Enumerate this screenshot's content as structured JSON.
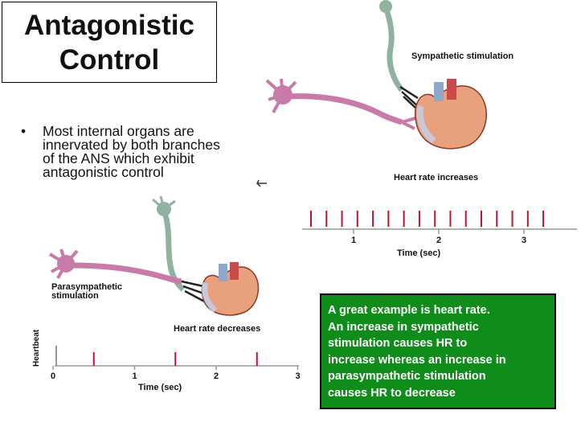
{
  "title": {
    "line1": "Antagonistic",
    "line2": "Control"
  },
  "bullet": {
    "marker": "•",
    "lines": [
      "Most internal organs are",
      "innervated by both branches",
      "of the ANS which exhibit",
      "antagonistic control"
    ]
  },
  "note": {
    "lines": [
      "A great example is heart rate.",
      "An increase in sympathetic",
      "stimulation causes HR to",
      "increase whereas an increase in",
      "parasympathetic stimulation",
      "causes HR to decrease"
    ],
    "background": "#0f8c1a"
  },
  "sympathetic": {
    "label": "Sympathetic stimulation",
    "rate_label": "Heart rate increases",
    "axis_label": "Time (sec)",
    "ticks": [
      "1",
      "2",
      "3"
    ],
    "beat_count": 16,
    "beats_per_second": 5.5
  },
  "parasympathetic": {
    "label_line1": "Parasympathetic",
    "label_line2": "stimulation",
    "rate_label": "Heart rate decreases",
    "axis_label": "Time (sec)",
    "y_label": "Heartbeat",
    "ticks": [
      "0",
      "1",
      "2",
      "3"
    ],
    "beat_times": [
      0.5,
      1.5,
      2.5
    ]
  },
  "colors": {
    "neuron": "#c87aa8",
    "neuron_top": "#8fb3a0",
    "beat": "#c8102e",
    "heart": "#e9a07c"
  },
  "icons": {
    "neuron": "neuron-icon",
    "heart": "heart-icon",
    "arrow": "arrow-icon"
  }
}
